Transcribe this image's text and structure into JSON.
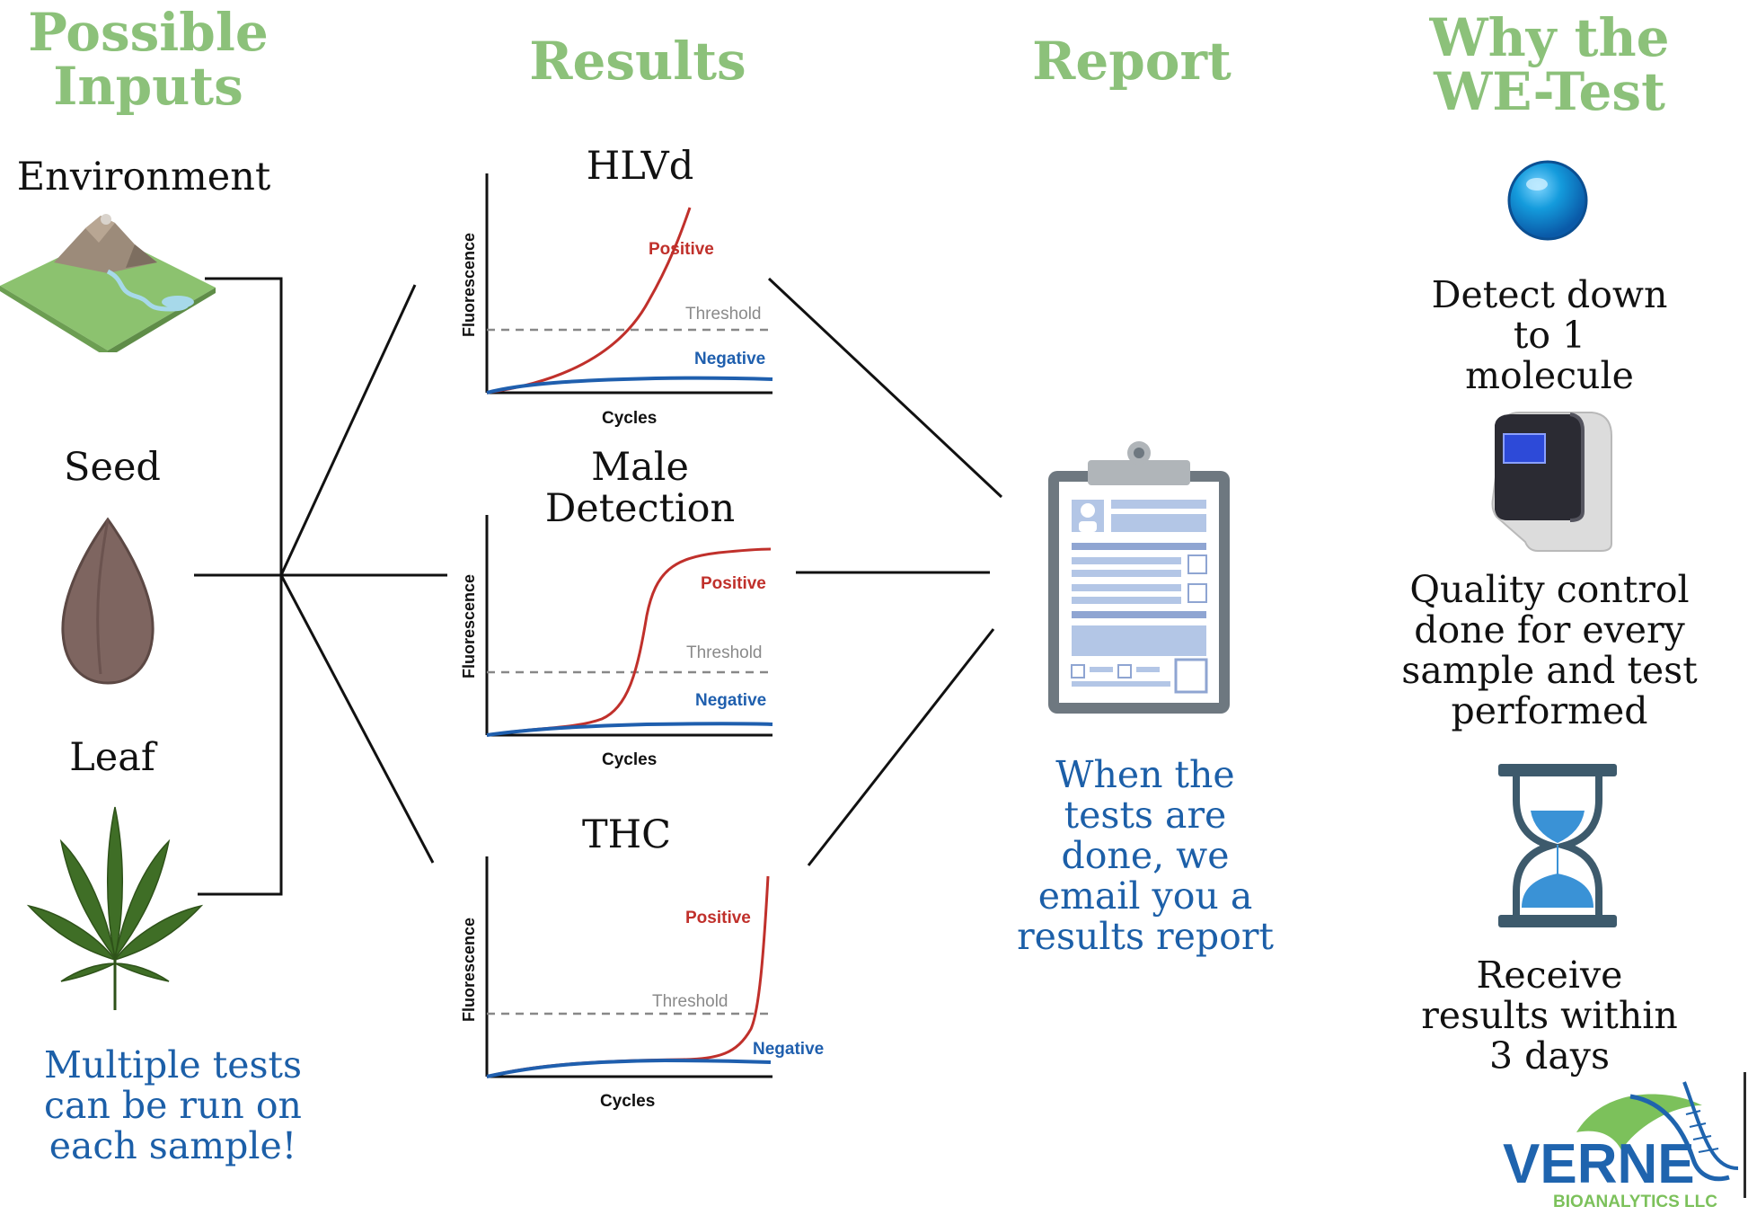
{
  "columns": {
    "inputs": "Possible Inputs",
    "results": "Results",
    "report": "Report",
    "why": "Why the WE-Test"
  },
  "inputs": {
    "items": [
      "Environment",
      "Seed",
      "Leaf"
    ],
    "note": "Multiple tests can be run on each sample!"
  },
  "charts": [
    {
      "title": "HLVd",
      "positive": "Positive",
      "threshold": "Threshold",
      "negative": "Negative",
      "xlabel": "Cycles",
      "ylabel": "Fluorescence"
    },
    {
      "title": "Male Detection",
      "positive": "Positive",
      "threshold": "Threshold",
      "negative": "Negative",
      "xlabel": "Cycles",
      "ylabel": "Fluorescence"
    },
    {
      "title": "THC",
      "positive": "Positive",
      "threshold": "Threshold",
      "negative": "Negative",
      "xlabel": "Cycles",
      "ylabel": "Fluorescence"
    }
  ],
  "report": {
    "note": "When the tests are done, we email you a results report"
  },
  "why": {
    "items": [
      {
        "icon": "molecule-sphere-icon",
        "text": "Detect down to 1 molecule"
      },
      {
        "icon": "qpcr-machine-icon",
        "text": "Quality control done for every sample and test performed"
      },
      {
        "icon": "hourglass-icon",
        "text": "Receive results within 3 days"
      }
    ]
  },
  "logo": {
    "name": "VERNE",
    "sub": "BIOANALYTICS LLC"
  },
  "colors": {
    "heading": "#8cc17a",
    "positive": "#c0302b",
    "negative": "#1f5fae",
    "threshold": "#8a8a8a",
    "note": "#1c5fa8"
  }
}
